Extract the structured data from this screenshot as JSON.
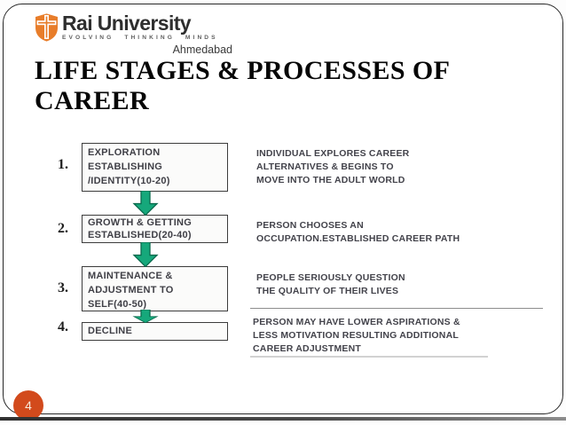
{
  "slide": {
    "logo": {
      "name": "Rai University",
      "tagline": "EVOLVING THINKING MINDS",
      "city": "Ahmedabad",
      "shield_icon": "shield-icon",
      "accent_orange": "#E87D2A"
    },
    "title": "LIFE STAGES & PROCESSES OF CAREER",
    "flowchart": {
      "arrow_color": "#16A87B",
      "arrow_icon": "down-arrow-icon",
      "stages": [
        {
          "number": "1.",
          "box": "EXPLORATION\nESTABLISHING\n/IDENTITY(10-20)",
          "description": "INDIVIDUAL EXPLORES CAREER\nALTERNATIVES & BEGINS TO\nMOVE INTO THE ADULT WORLD"
        },
        {
          "number": "2.",
          "box": "GROWTH & GETTING\nESTABLISHED(20-40)",
          "description": "PERSON CHOOSES AN\nOCCUPATION.ESTABLISHED CAREER PATH"
        },
        {
          "number": "3.",
          "box": "MAINTENANCE &\nADJUSTMENT TO\nSELF(40-50)",
          "description": "PEOPLE SERIOUSLY QUESTION\nTHE QUALITY OF THEIR LIVES"
        },
        {
          "number": "4.",
          "box": "DECLINE",
          "description": "PERSON MAY HAVE LOWER ASPIRATIONS &\nLESS MOTIVATION RESULTING ADDITIONAL\nCAREER ADJUSTMENT"
        }
      ]
    },
    "page_number": "4",
    "badge_color": "#D24A1C"
  }
}
